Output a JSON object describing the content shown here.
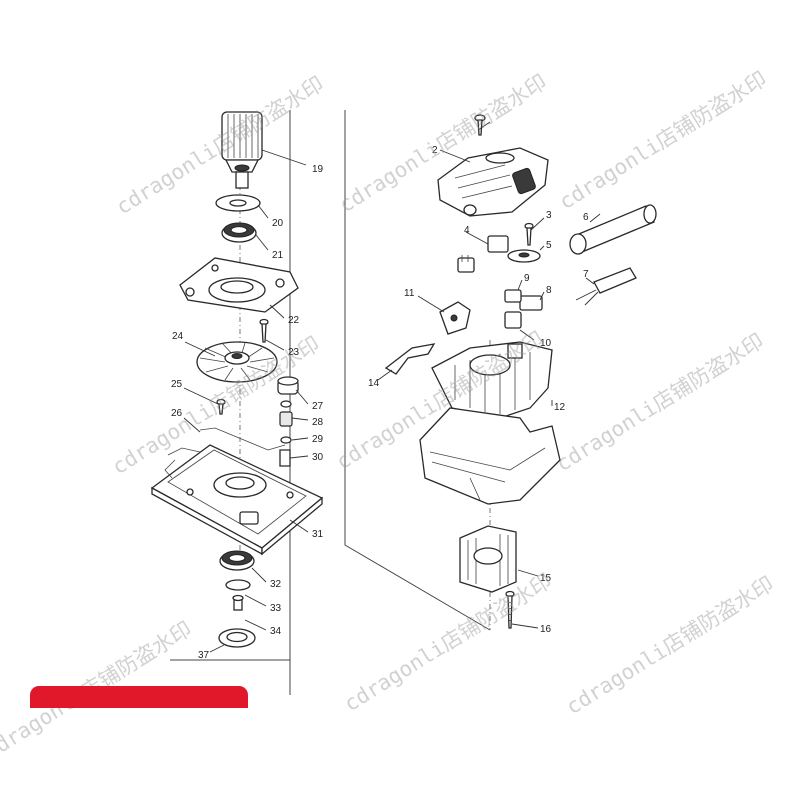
{
  "watermark": {
    "text": "cdragonli店铺防盗水印"
  },
  "part_numbers": {
    "p2": "2",
    "p3": "3",
    "p4": "4",
    "p5": "5",
    "p6": "6",
    "p7": "7",
    "p8": "8",
    "p9": "9",
    "p10": "10",
    "p11": "11",
    "p12": "12",
    "p14": "14",
    "p15": "15",
    "p16": "16",
    "p19": "19",
    "p20": "20",
    "p21": "21",
    "p22": "22",
    "p23": "23",
    "p24": "24",
    "p25": "25",
    "p26": "26",
    "p27": "27",
    "p28": "28",
    "p29": "29",
    "p30": "30",
    "p31": "31",
    "p32": "32",
    "p33": "33",
    "p34": "34",
    "p37": "37"
  },
  "colors": {
    "line": "#2a2a2a",
    "watermark": "#9a9a9a",
    "bar": "#e0182a",
    "background": "#ffffff"
  }
}
